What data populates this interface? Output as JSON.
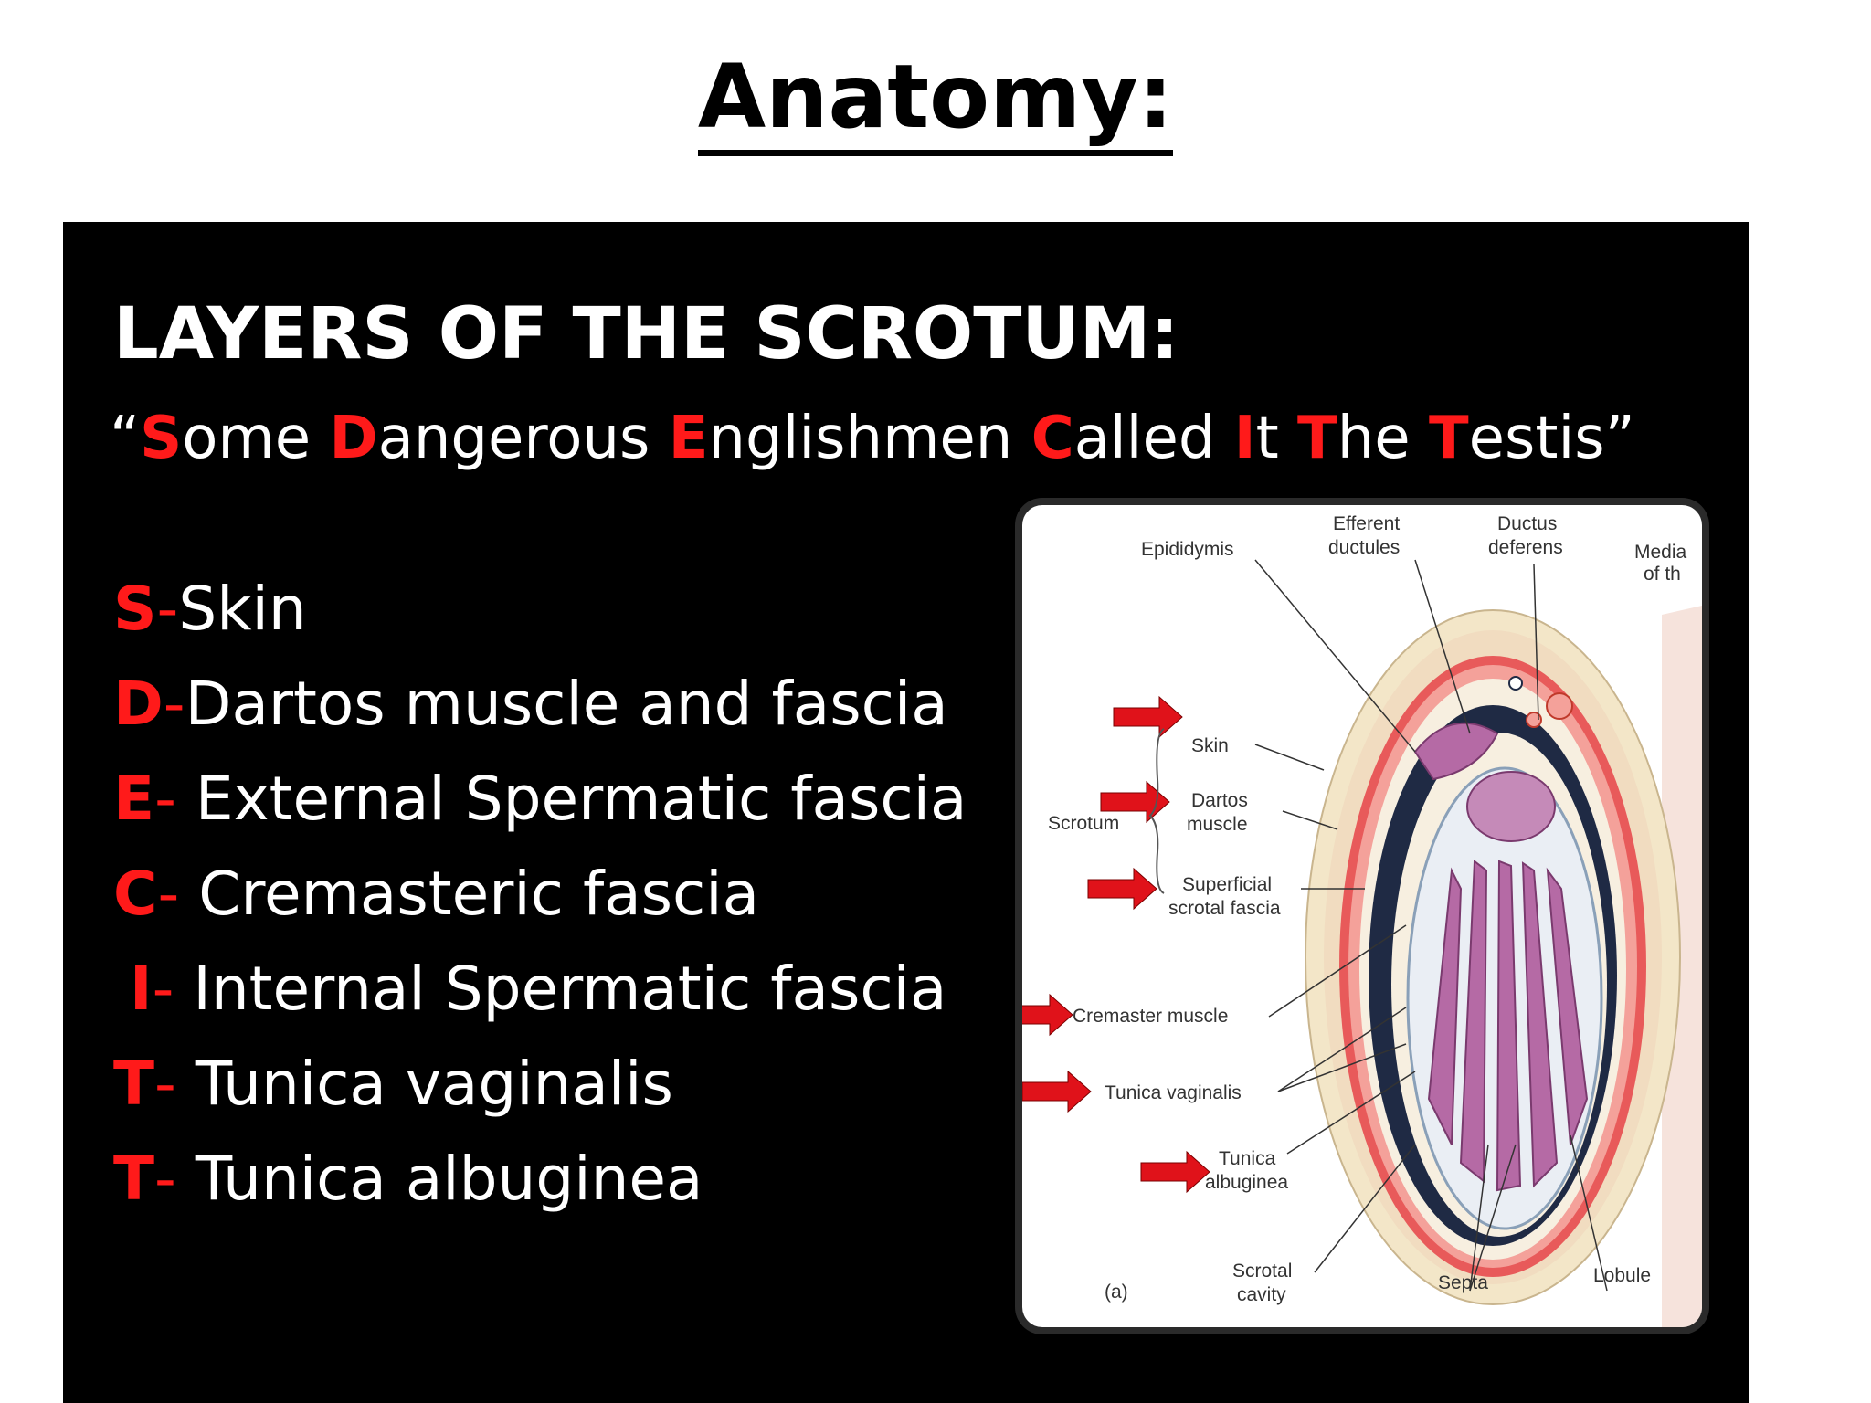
{
  "page": {
    "title": "Anatomy:"
  },
  "slide": {
    "heading": "LAYERS OF THE SCROTUM:",
    "mnemonic": [
      {
        "red": "",
        "rest": "“"
      },
      {
        "red": "S",
        "rest": "ome "
      },
      {
        "red": "D",
        "rest": "angerous "
      },
      {
        "red": "E",
        "rest": "nglishmen "
      },
      {
        "red": "C",
        "rest": "alled "
      },
      {
        "red": "I",
        "rest": "t "
      },
      {
        "red": "T",
        "rest": "he "
      },
      {
        "red": "T",
        "rest": "estis”"
      }
    ],
    "layers": [
      {
        "letter": "S",
        "dash": "-",
        "text": "Skin"
      },
      {
        "letter": "D",
        "dash": "-",
        "text": "Dartos muscle and fascia"
      },
      {
        "letter": "E",
        "dash": "- ",
        "text": "External Spermatic fascia"
      },
      {
        "letter": "C",
        "dash": "- ",
        "text": "Cremasteric fascia"
      },
      {
        "letter": "I",
        "dash": "- ",
        "text": "Internal Spermatic fascia"
      },
      {
        "letter": "T",
        "dash": "- ",
        "text": "Tunica vaginalis"
      },
      {
        "letter": "T",
        "dash": "- ",
        "text": "Tunica albuginea"
      }
    ],
    "diagram_labels": {
      "epididymis": "Epididymis",
      "efferent_1": "Efferent",
      "efferent_2": "ductules",
      "ductus_1": "Ductus",
      "ductus_2": "deferens",
      "median_1": "Media",
      "median_2": "of th",
      "skin": "Skin",
      "dartos_1": "Dartos",
      "dartos_2": "muscle",
      "scrotum": "Scrotum",
      "superficial_1": "Superficial",
      "superficial_2": "scrotal fascia",
      "cremaster": "Cremaster muscle",
      "tunica_vaginalis": "Tunica vaginalis",
      "tunica_alb_1": "Tunica",
      "tunica_alb_2": "albuginea",
      "scrotal_cavity_1": "Scrotal",
      "scrotal_cavity_2": "cavity",
      "septa": "Septa",
      "lobule": "Lobule",
      "panel": "(a)"
    }
  },
  "colors": {
    "accent_red": "#ff1a1a",
    "arrow_red": "#e0121a",
    "slide_bg": "#000000"
  }
}
